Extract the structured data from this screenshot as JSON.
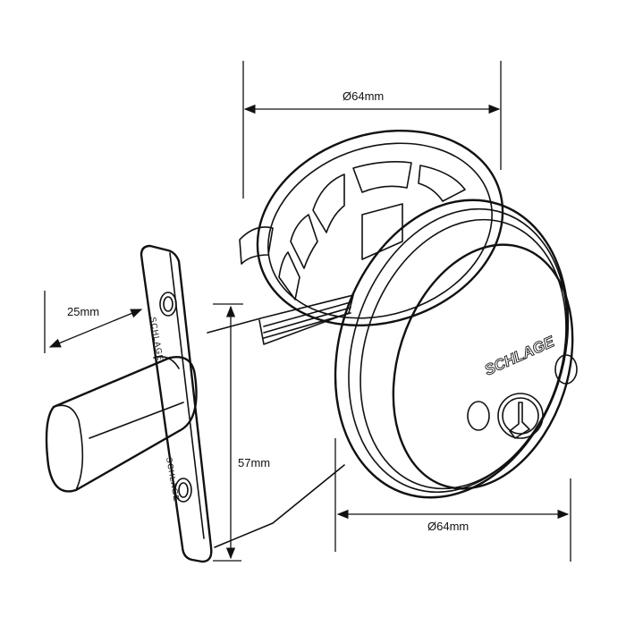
{
  "dimensions": {
    "rear_rose_diameter": "Ø64mm",
    "bolt_throw": "25mm",
    "faceplate_height": "57mm",
    "front_cylinder_diameter": "Ø64mm"
  },
  "branding": {
    "front_logo": "SCHLAGE",
    "faceplate_logo": "SCHLAGE"
  },
  "colors": {
    "line": "#111111",
    "background": "#ffffff"
  }
}
